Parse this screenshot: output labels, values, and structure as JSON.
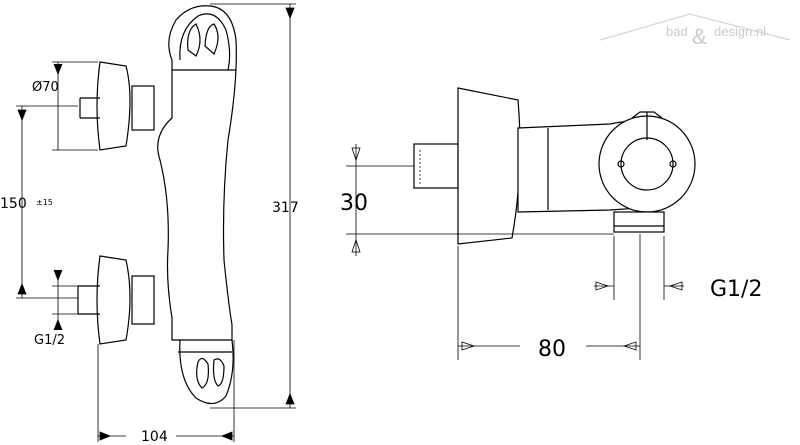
{
  "watermark": {
    "bad": "bad",
    "amp": "&",
    "design": "design.nl"
  },
  "front_view": {
    "connection_diameter": "Ø70",
    "center_distance": "150",
    "center_tolerance": "±15",
    "thread": "G1/2",
    "total_height": "317",
    "depth": "104"
  },
  "side_view": {
    "offset": "30",
    "projection": "80",
    "thread": "G1/2"
  }
}
